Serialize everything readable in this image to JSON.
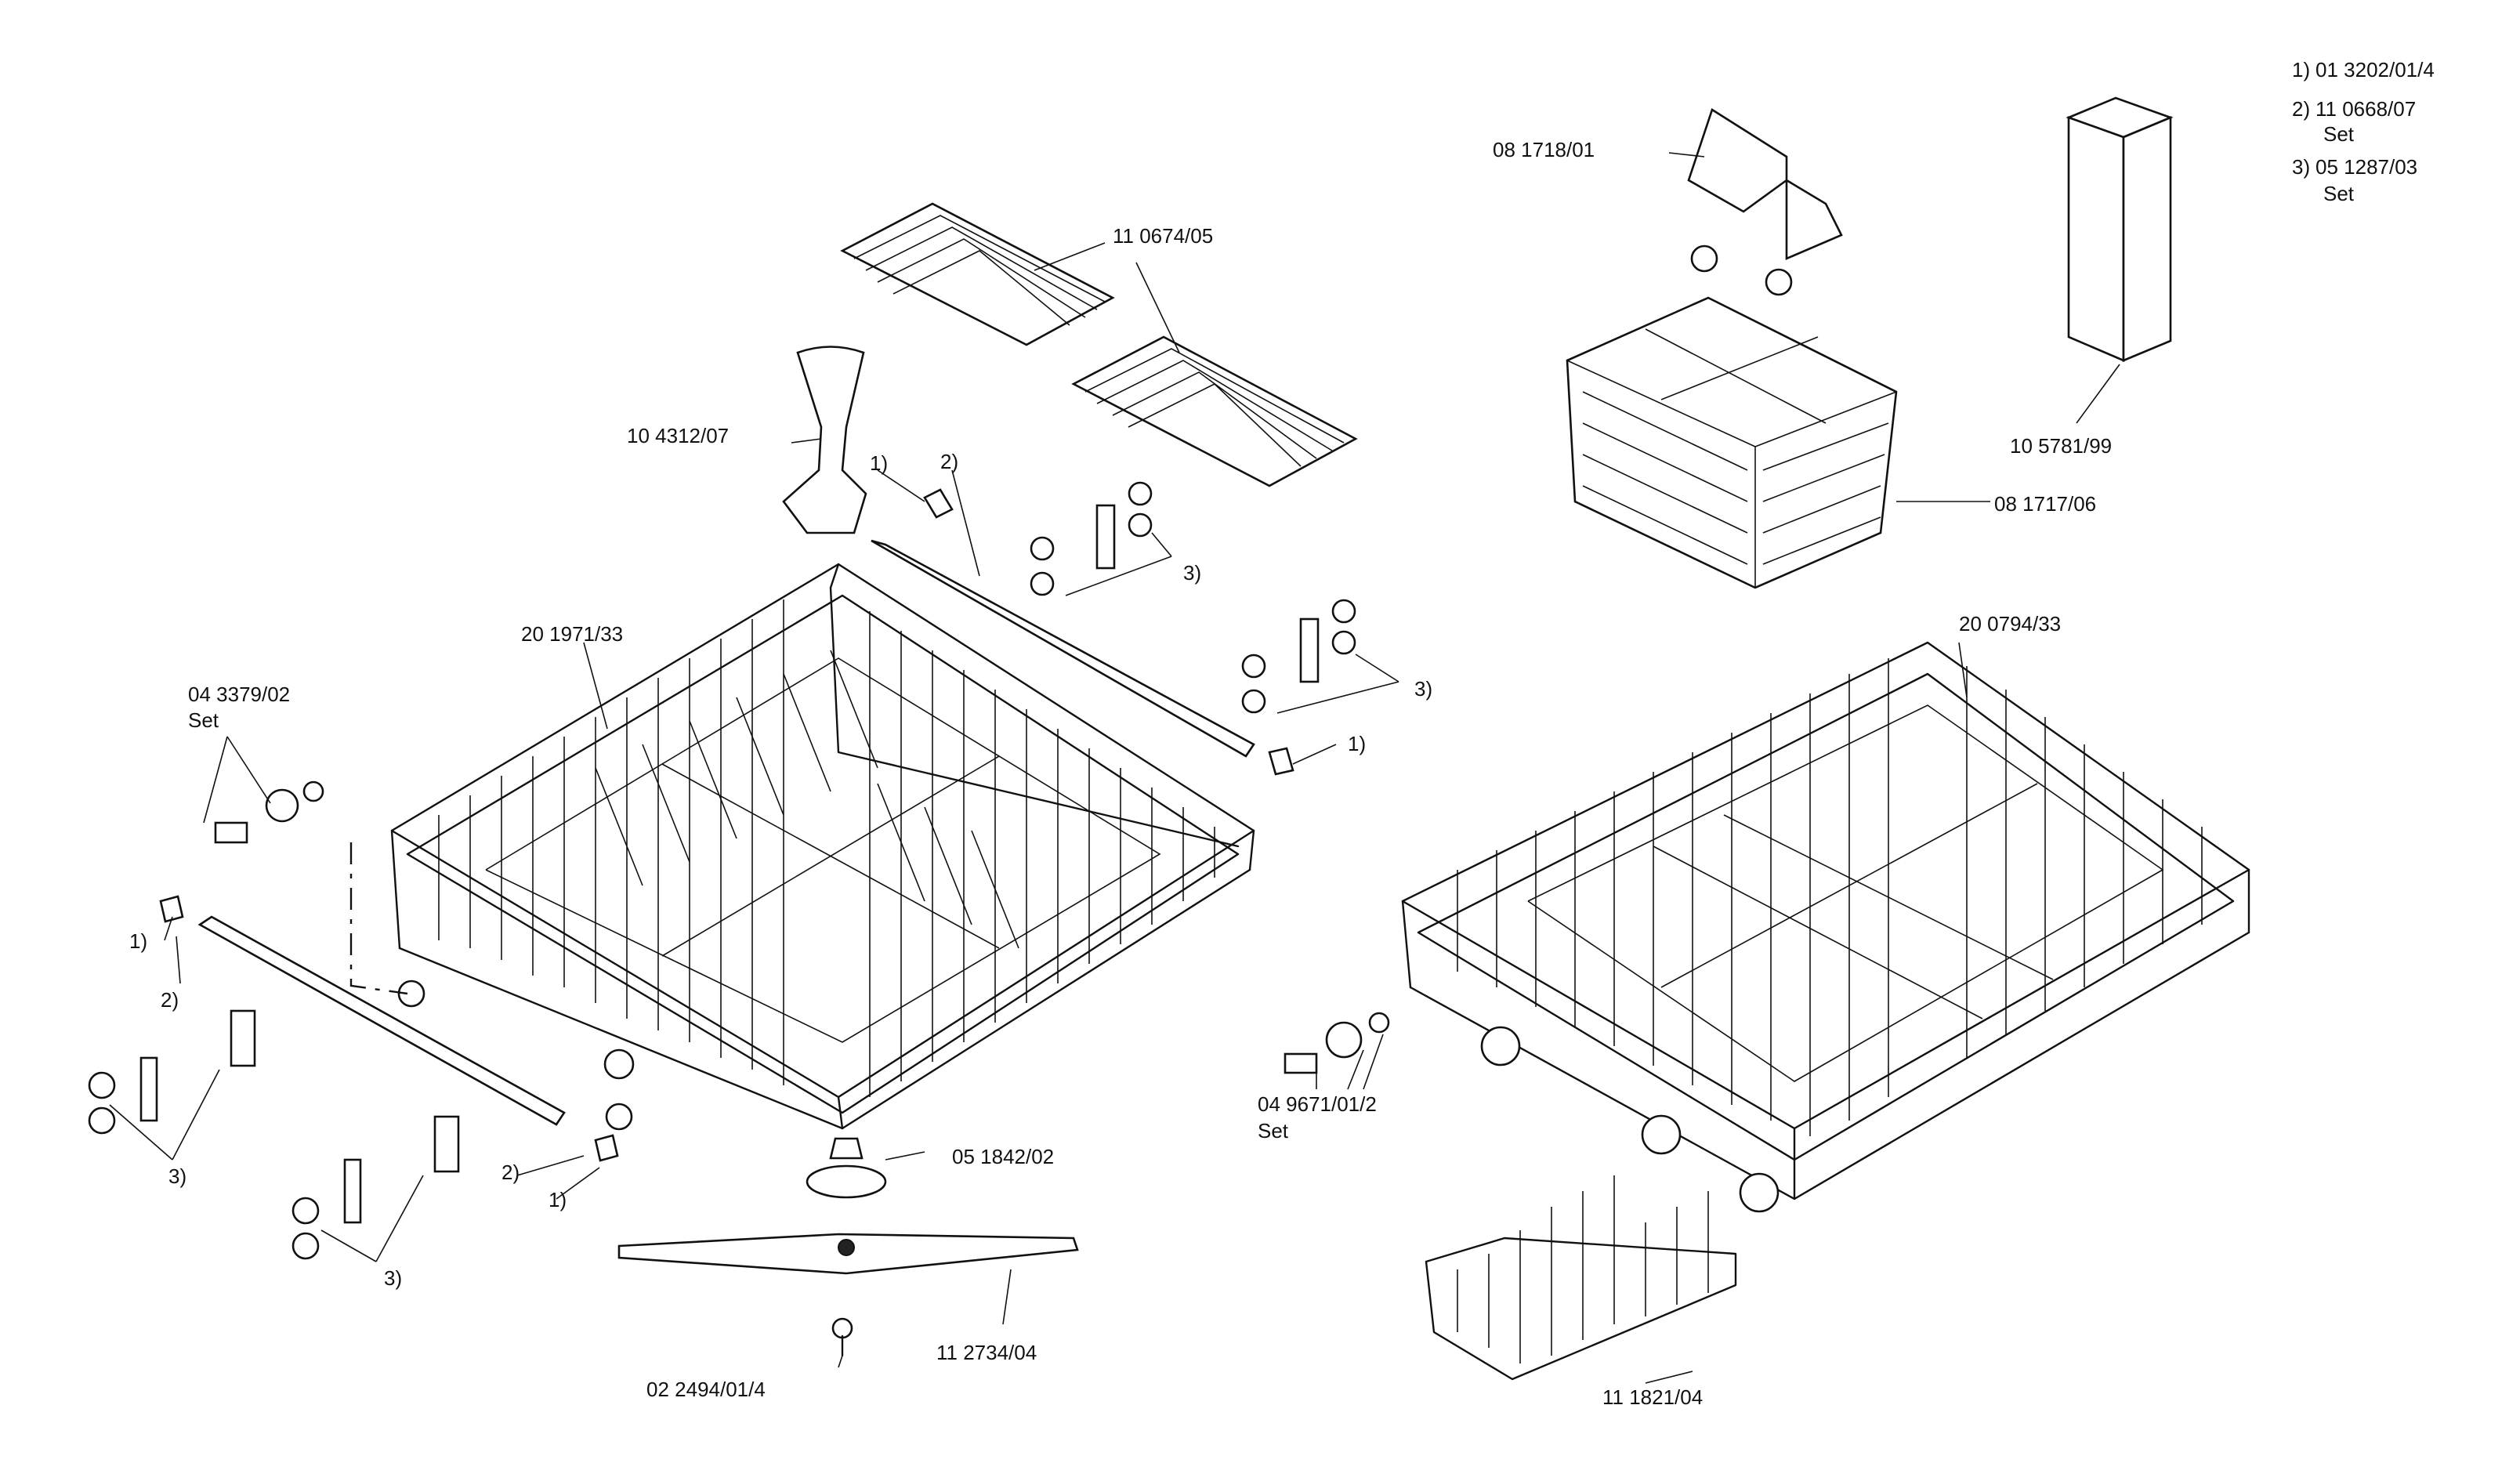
{
  "notes": {
    "n1": "01 3202/01/4",
    "n2": "11 0668/07",
    "n2_set": "Set",
    "n3": "05 1287/03",
    "n3_set": "Set"
  },
  "labels": {
    "cutlery_tray_grid": "11 0674/05",
    "cup_holder": "10 4312/07",
    "upper_rack": "20 1971/33",
    "upper_rack_set_part": "04 3379/02",
    "upper_rack_set": "Set",
    "basket_handle": "08 1718/01",
    "cutlery_basket": "08 1717/06",
    "tall_insert": "10 5781/99",
    "lower_rack": "20 0794/33",
    "lower_rack_set_part": "04 9671/01/2",
    "lower_rack_set": "Set",
    "spray_arm_bearing": "05 1842/02",
    "spray_arm": "11 2734/04",
    "screw": "02 2494/01/4",
    "plate_insert": "11 1821/04"
  },
  "callouts": {
    "c1": "1)",
    "c2": "2)",
    "c3": "3)"
  }
}
